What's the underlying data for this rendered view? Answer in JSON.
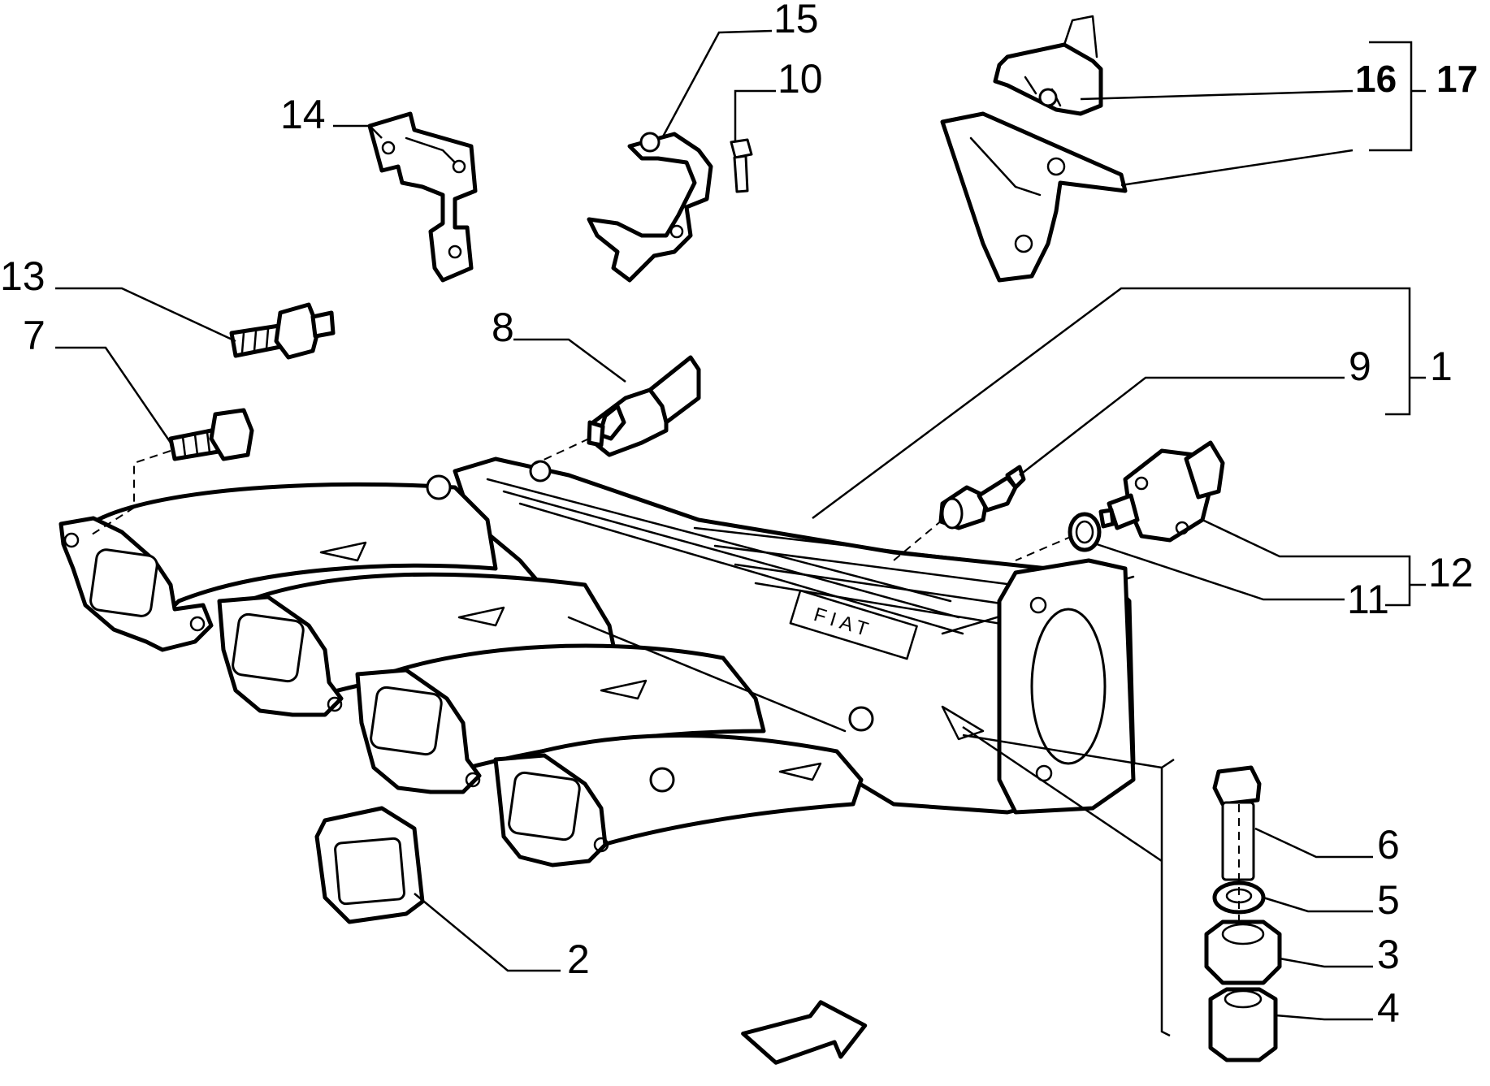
{
  "diagram": {
    "embossed_text": "FIAT",
    "labels": {
      "l1": "1",
      "l2": "2",
      "l3": "3",
      "l4": "4",
      "l5": "5",
      "l6": "6",
      "l7": "7",
      "l8": "8",
      "l9": "9",
      "l10": "10",
      "l11": "11",
      "l12": "12",
      "l13": "13",
      "l14": "14",
      "l15": "15",
      "l16": "16",
      "l17": "17"
    }
  }
}
